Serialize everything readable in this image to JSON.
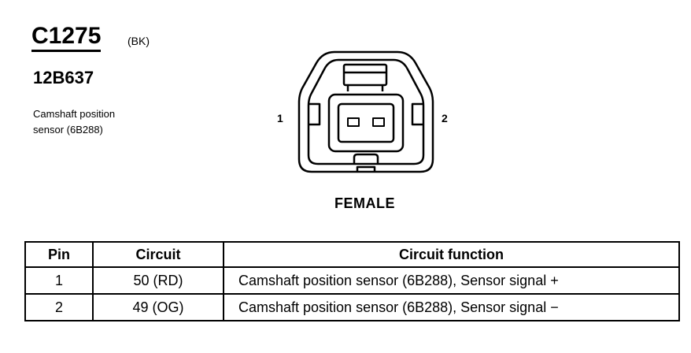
{
  "header": {
    "connector_id": "C1275",
    "color_code": "(BK)",
    "part_number": "12B637",
    "description_line1": "Camshaft position",
    "description_line2": "sensor (6B288)"
  },
  "connector_view": {
    "pin_left_label": "1",
    "pin_right_label": "2",
    "view_label": "FEMALE"
  },
  "table": {
    "headers": {
      "pin": "Pin",
      "circuit": "Circuit",
      "function": "Circuit function"
    },
    "rows": [
      {
        "pin": "1",
        "circuit": "50 (RD)",
        "function": "Camshaft position sensor (6B288), Sensor signal +"
      },
      {
        "pin": "2",
        "circuit": "49 (OG)",
        "function": "Camshaft position sensor (6B288), Sensor signal −"
      }
    ]
  }
}
